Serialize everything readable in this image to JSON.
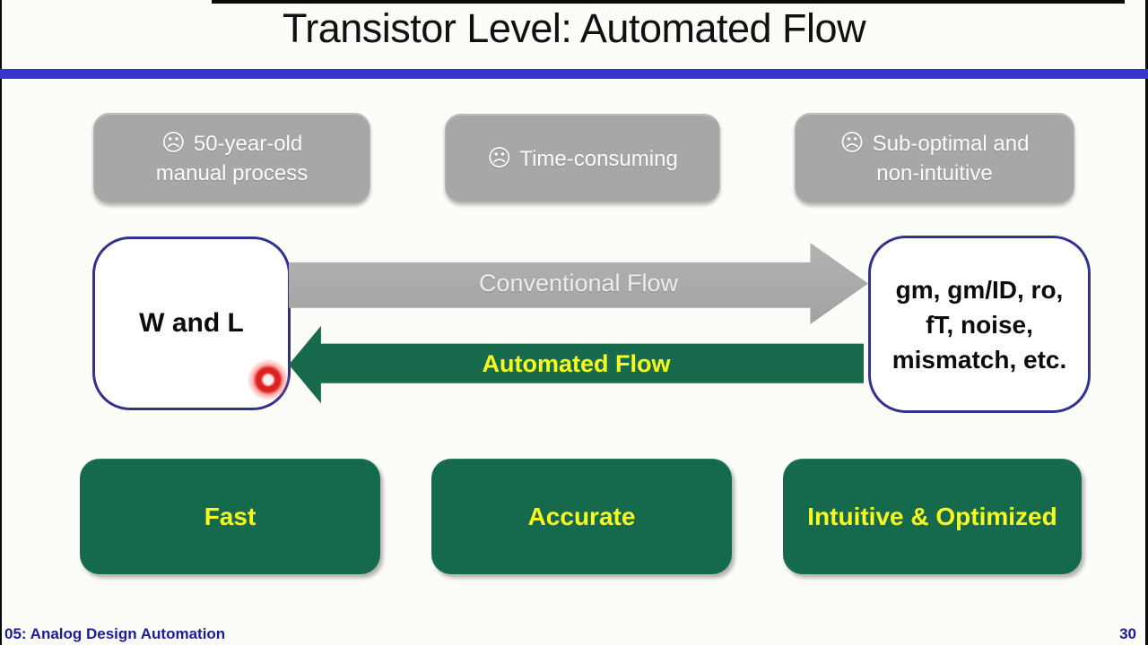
{
  "slide": {
    "title": "Transistor Level: Automated Flow",
    "footer_left": "05: Analog Design Automation",
    "page_number": "30"
  },
  "pain_points": [
    {
      "icon": "☹",
      "label": "50-year-old manual process"
    },
    {
      "icon": "☹",
      "label": "Time-consuming"
    },
    {
      "icon": "☹",
      "label": "Sub-optimal and non-intuitive"
    }
  ],
  "flow": {
    "input_box": "W and L",
    "output_box_lines": [
      "gm, gm/ID, ro,",
      "fT, noise,",
      "mismatch, etc."
    ],
    "forward_arrow": "Conventional Flow",
    "backward_arrow": "Automated Flow"
  },
  "benefits": [
    "Fast",
    "Accurate",
    "Intuitive & Optimized"
  ],
  "colors": {
    "divider_blue": "#3535cb",
    "box_border_navy": "#32328e",
    "pain_gray": "#a7a7a7",
    "benefit_green": "#156a4e",
    "arrow_green": "#176b4c",
    "highlight_yellow": "#fbfb1d",
    "footer_blue": "#1c1c99",
    "cursor_red": "#dd2020"
  }
}
